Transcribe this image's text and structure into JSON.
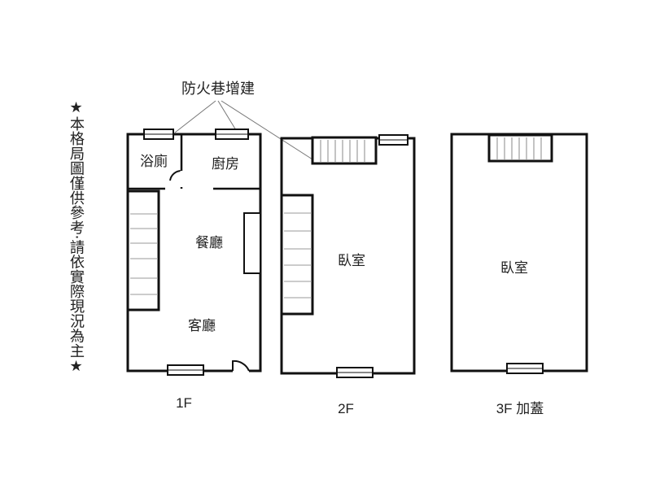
{
  "annotation": {
    "label": "防火巷增建"
  },
  "disclaimer": {
    "text": "★本格局圖僅供參考·請依實際現況為主★"
  },
  "floors": [
    {
      "label": "1F",
      "rooms": [
        "浴廁",
        "廚房",
        "餐廳",
        "客廳"
      ]
    },
    {
      "label": "2F",
      "rooms": [
        "臥室"
      ]
    },
    {
      "label": "3F 加蓋",
      "rooms": [
        "臥室"
      ]
    }
  ]
}
